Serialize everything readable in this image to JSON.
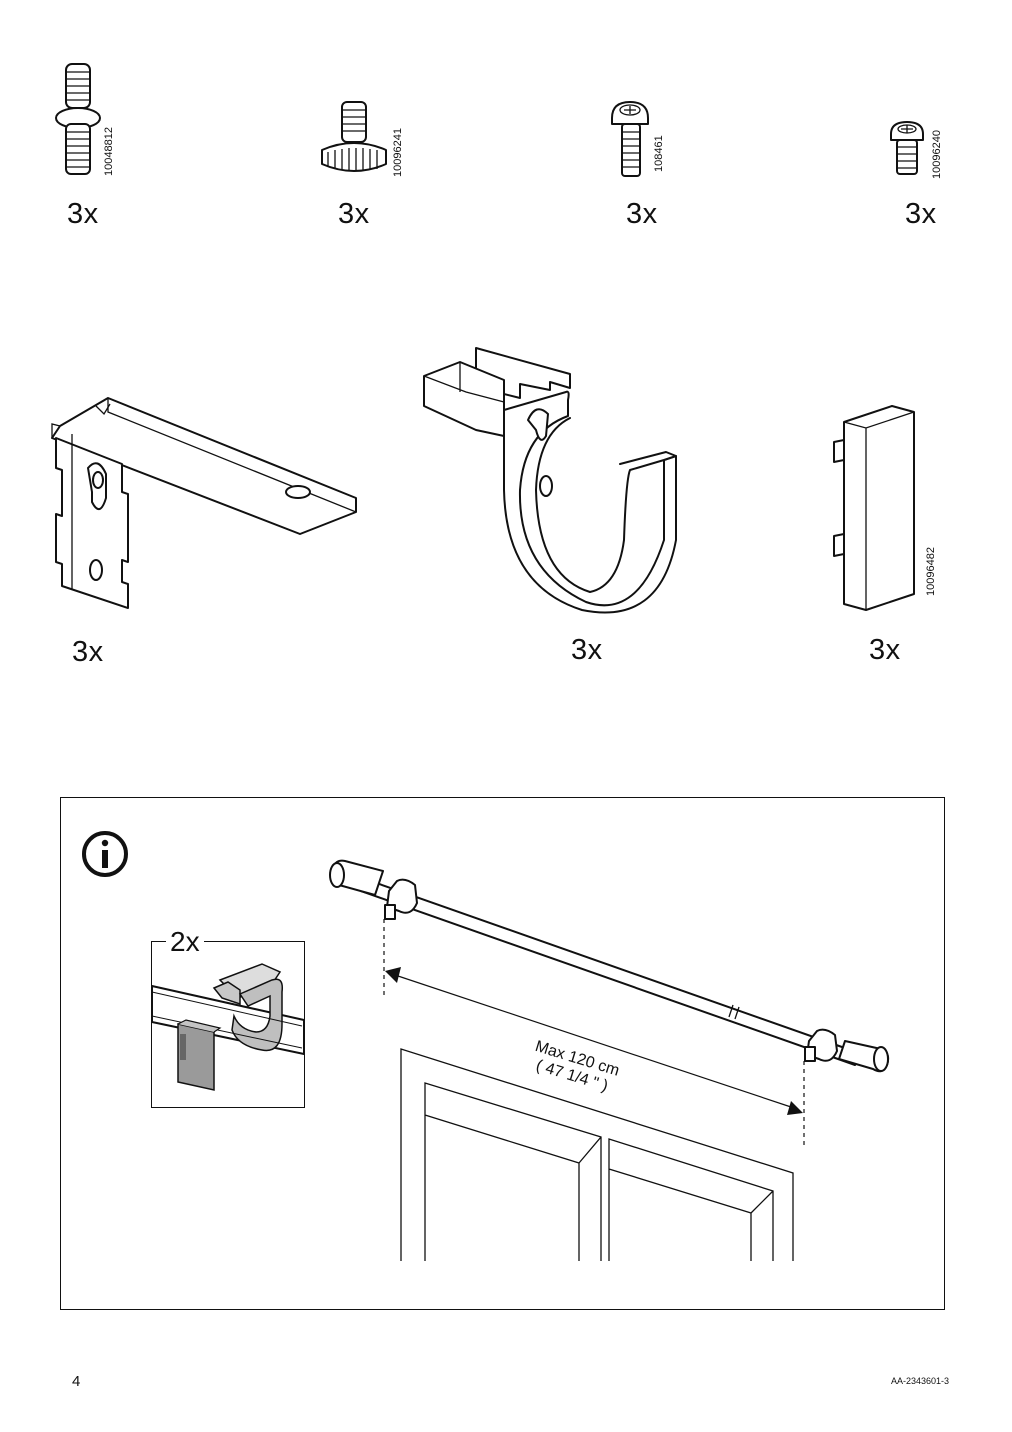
{
  "parts_row1": [
    {
      "part_number": "10048812",
      "quantity": "3x",
      "icon": "double-threaded-stud-icon"
    },
    {
      "part_number": "10096241",
      "quantity": "3x",
      "icon": "knurled-thumb-screw-icon"
    },
    {
      "part_number": "108461",
      "quantity": "3x",
      "icon": "pan-head-screw-icon"
    },
    {
      "part_number": "10096240",
      "quantity": "3x",
      "icon": "short-screw-icon"
    }
  ],
  "parts_row2": [
    {
      "quantity": "3x",
      "icon": "wall-bracket-icon"
    },
    {
      "quantity": "3x",
      "icon": "rod-holder-hook-icon"
    },
    {
      "part_number": "10096482",
      "quantity": "3x",
      "icon": "end-cap-block-icon"
    }
  ],
  "info_panel": {
    "icon": "info-icon",
    "detail_quantity": "2x",
    "dimension_line1": "Max 120 cm",
    "dimension_line2": "( 47 1/4 \" )"
  },
  "footer": {
    "page_number": "4",
    "document_id": "AA-2343601-3"
  }
}
